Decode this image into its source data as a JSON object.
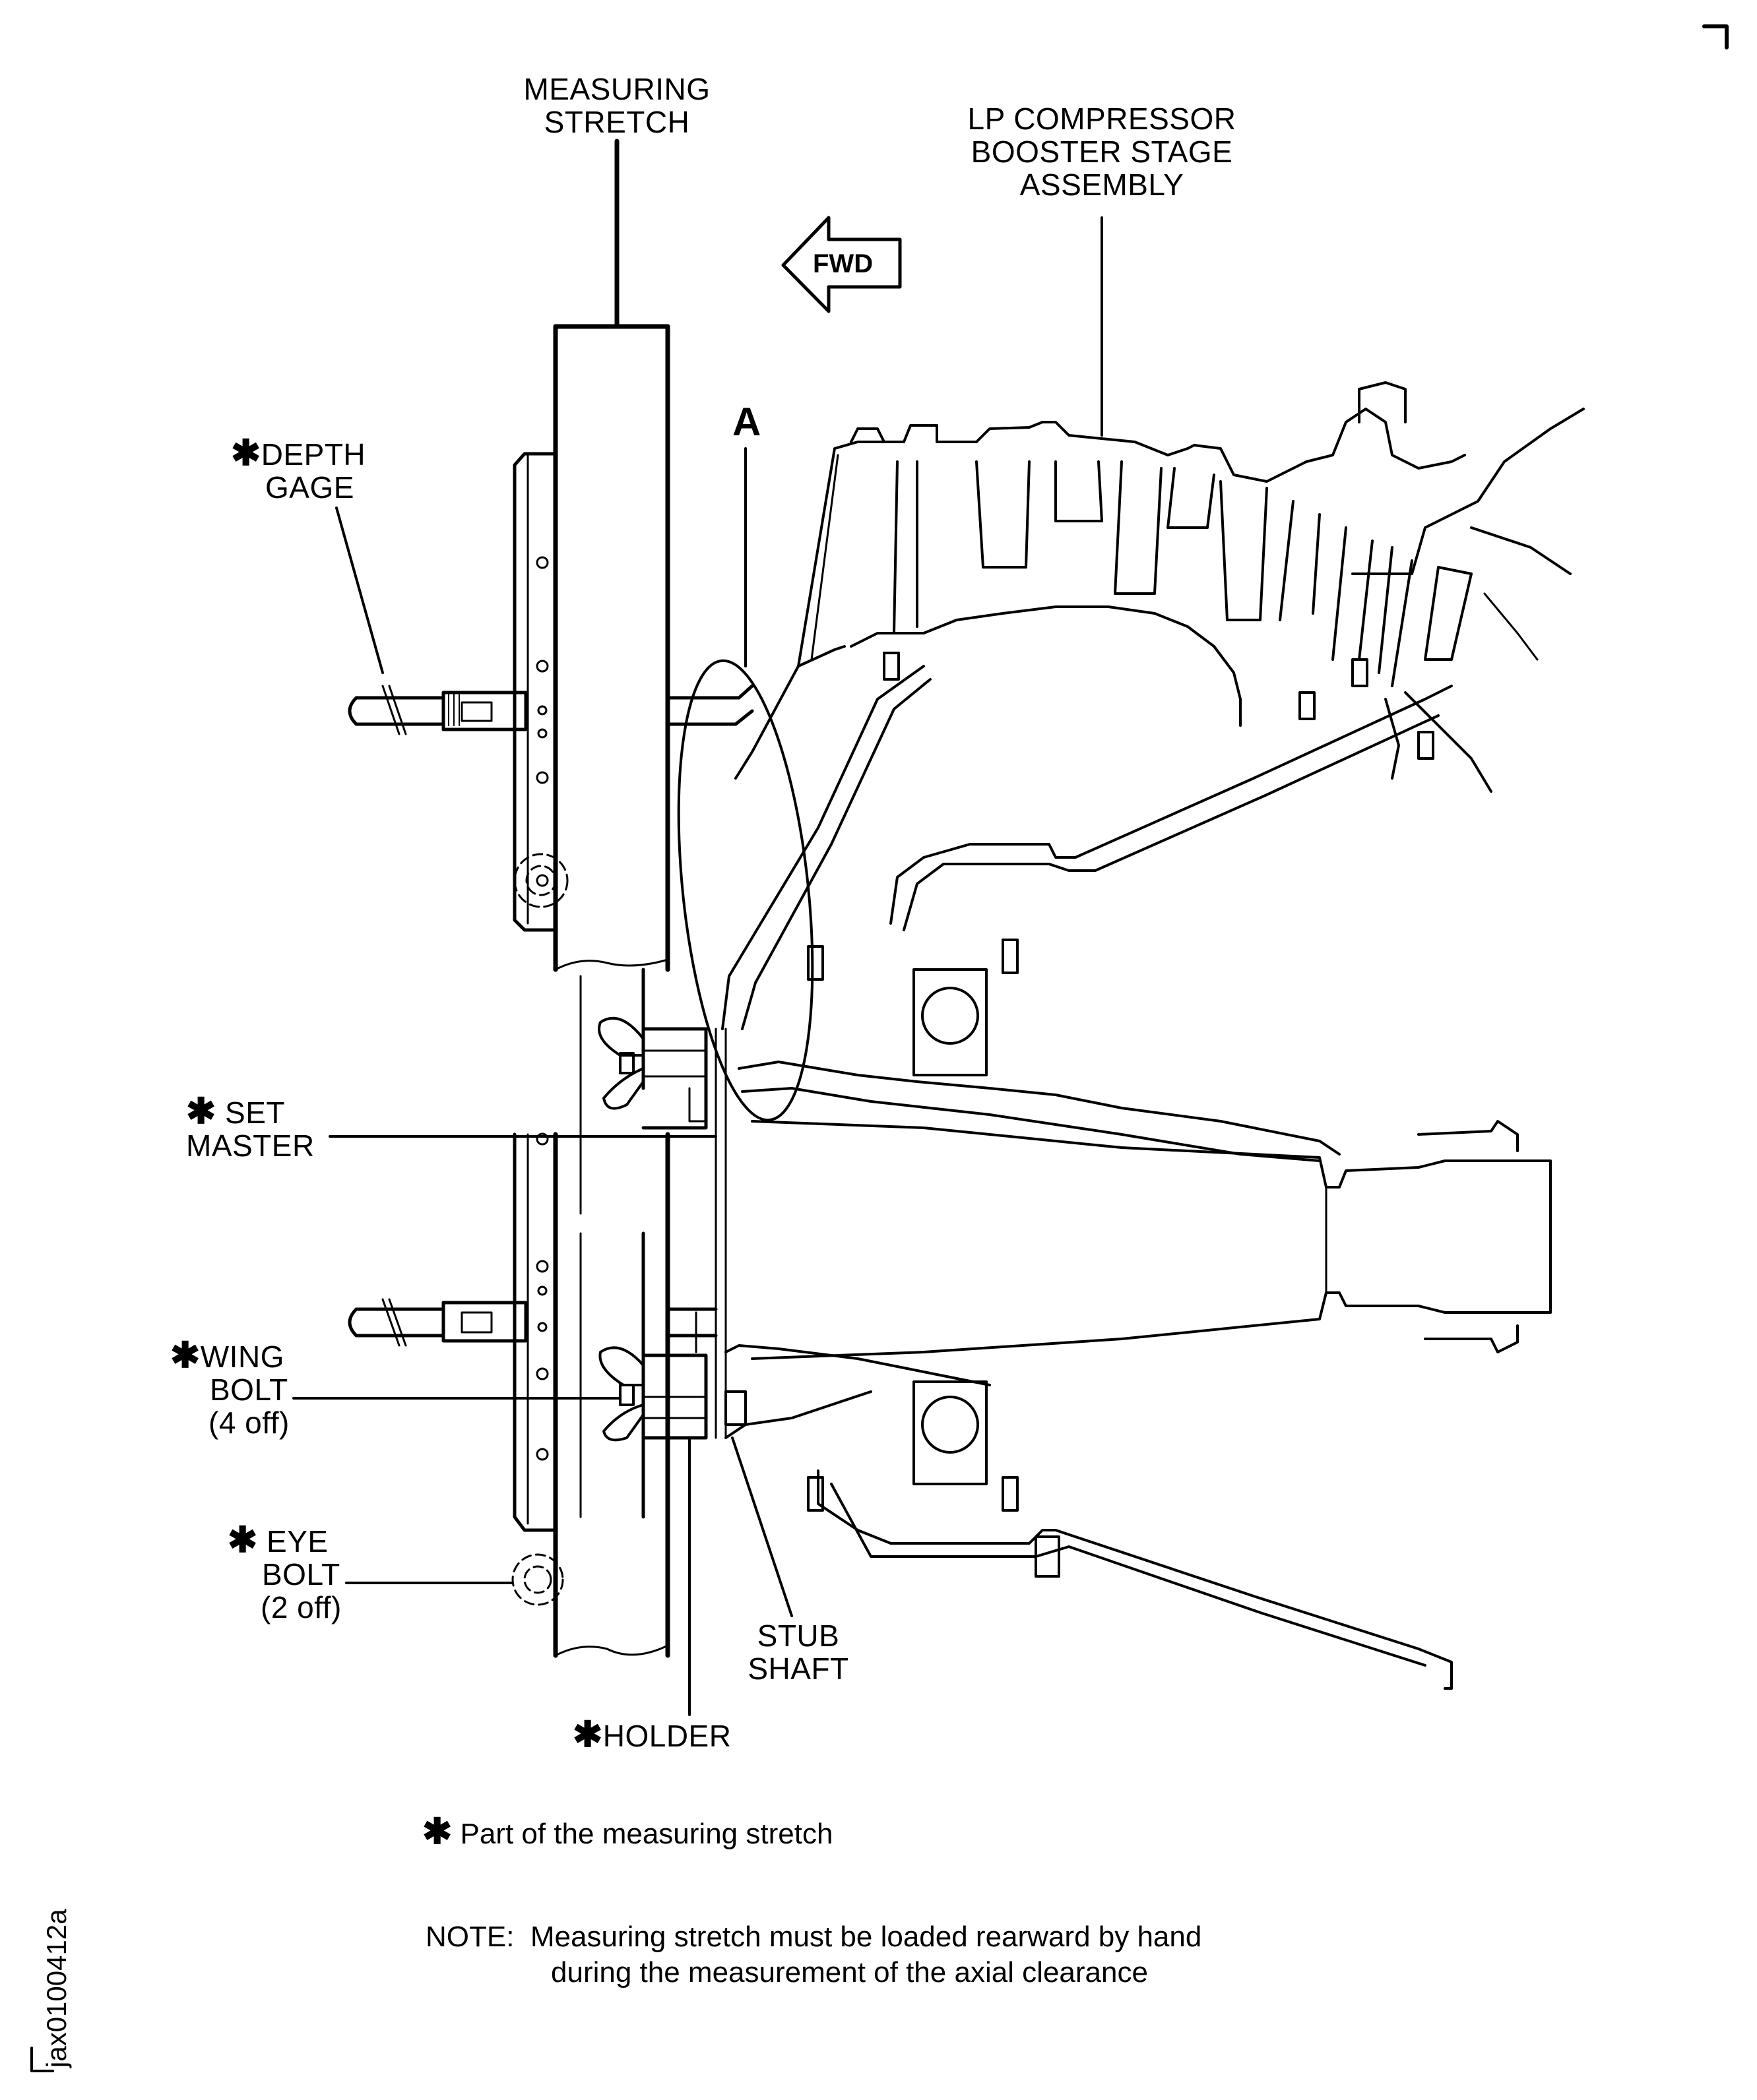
{
  "figure": {
    "id": "jax0100412a",
    "direction_indicator": "FWD",
    "detail_marker": "A"
  },
  "labels": {
    "measuring_stretch": [
      "MEASURING",
      "STRETCH"
    ],
    "lp_compressor": [
      "LP COMPRESSOR",
      "BOOSTER STAGE",
      "ASSEMBLY"
    ],
    "depth_gage": {
      "asterisk": "✱",
      "lines": [
        "DEPTH",
        "GAGE"
      ]
    },
    "set_master": {
      "asterisk": "✱",
      "lines": [
        "SET",
        "MASTER"
      ]
    },
    "wing_bolt": {
      "asterisk": "✱",
      "lines": [
        "WING",
        "BOLT",
        "(4 off)"
      ]
    },
    "eye_bolt": {
      "asterisk": "✱",
      "lines": [
        "EYE",
        "BOLT",
        "(2 off)"
      ]
    },
    "stub_shaft": [
      "STUB",
      "SHAFT"
    ],
    "holder": {
      "asterisk": "✱",
      "text": "HOLDER"
    }
  },
  "legend": {
    "asterisk": "✱",
    "text": "Part of the measuring stretch"
  },
  "note": {
    "prefix": "NOTE:",
    "line1": "Measuring stretch must be loaded rearward by hand",
    "line2": "during the measurement of the axial clearance"
  }
}
